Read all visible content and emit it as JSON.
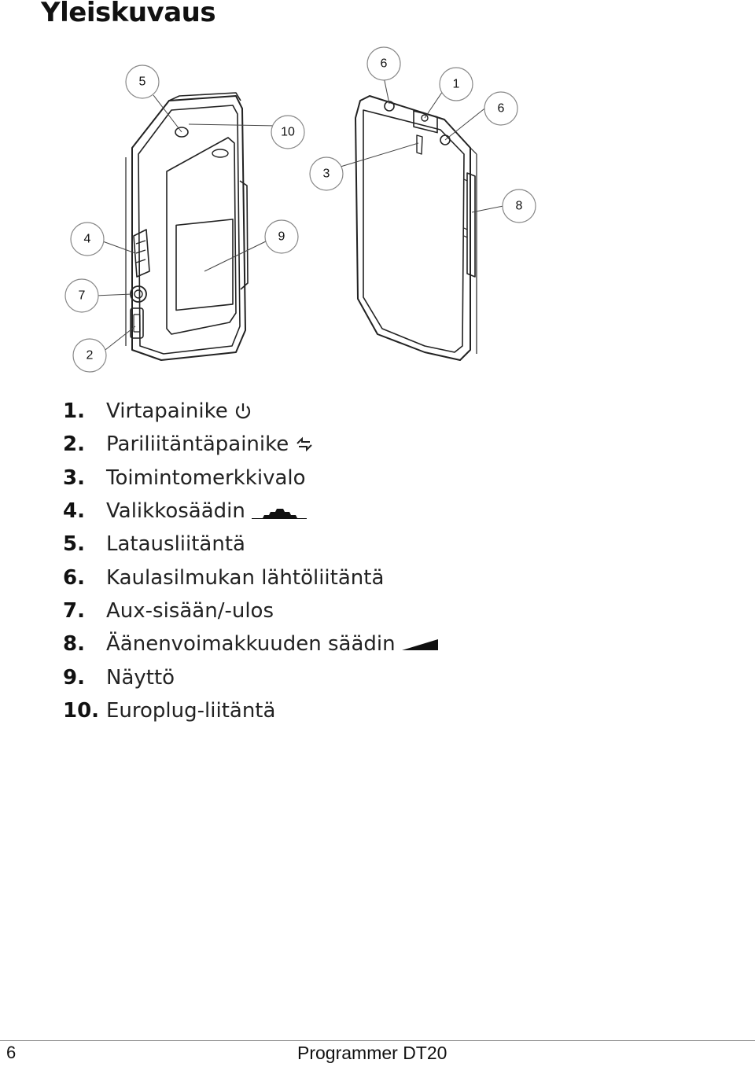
{
  "page": {
    "title": "Yleiskuvaus",
    "page_number": "6",
    "product_name": "Programmer DT20"
  },
  "figure": {
    "callouts": [
      "5",
      "10",
      "6",
      "1",
      "6",
      "3",
      "8",
      "4",
      "9",
      "7",
      "2"
    ]
  },
  "parts": [
    {
      "number": "1.",
      "label": "Virtapainike",
      "icon": "power-icon"
    },
    {
      "number": "2.",
      "label": "Pariliitäntäpainike",
      "icon": "pairing-icon"
    },
    {
      "number": "3.",
      "label": "Toimintomerkkivalo",
      "icon": ""
    },
    {
      "number": "4.",
      "label": "Valikkosäädin",
      "icon": "menu-control-icon"
    },
    {
      "number": "5.",
      "label": "Latausliitäntä",
      "icon": ""
    },
    {
      "number": "6.",
      "label": "Kaulasilmukan lähtöliitäntä",
      "icon": ""
    },
    {
      "number": "7.",
      "label": "Aux-sisään/-ulos",
      "icon": ""
    },
    {
      "number": "8.",
      "label": "Äänenvoimakkuuden säädin",
      "icon": "volume-icon"
    },
    {
      "number": "9.",
      "label": "Näyttö",
      "icon": ""
    },
    {
      "number": "10.",
      "label": "Europlug-liitäntä",
      "icon": ""
    }
  ]
}
